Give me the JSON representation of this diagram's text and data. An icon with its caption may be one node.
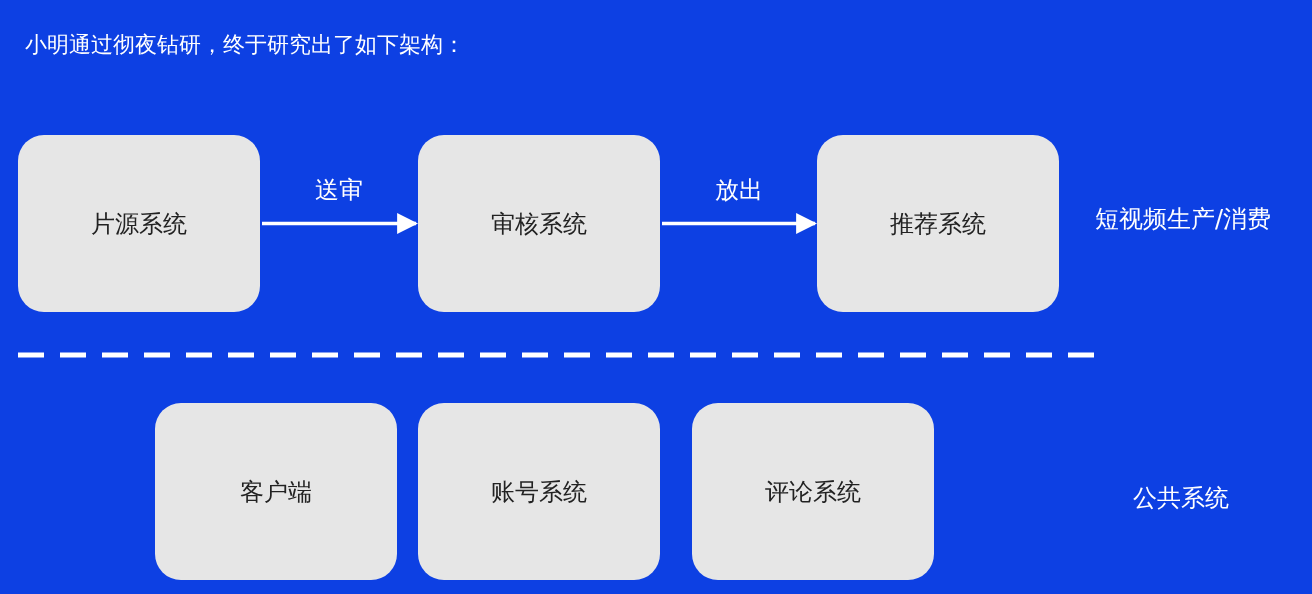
{
  "diagram": {
    "title": "小明通过彻夜钻研，终于研究出了如下架构：",
    "nodes": [
      {
        "text": [
          "片源系统"
        ]
      },
      {
        "text": [
          "审核系统"
        ]
      },
      {
        "text": [
          "推荐系统"
        ]
      },
      {
        "text": [
          "客户端"
        ]
      },
      {
        "text": [
          "账号系统"
        ]
      },
      {
        "text": [
          "评论系统"
        ]
      }
    ],
    "edges": [
      {
        "from": 0,
        "to": 1,
        "arrow": "to",
        "label": "送审"
      },
      {
        "from": 1,
        "to": 2,
        "arrow": "to",
        "label": "放出"
      }
    ],
    "labels": [
      "短视频生产/消费",
      "公共系统"
    ]
  }
}
